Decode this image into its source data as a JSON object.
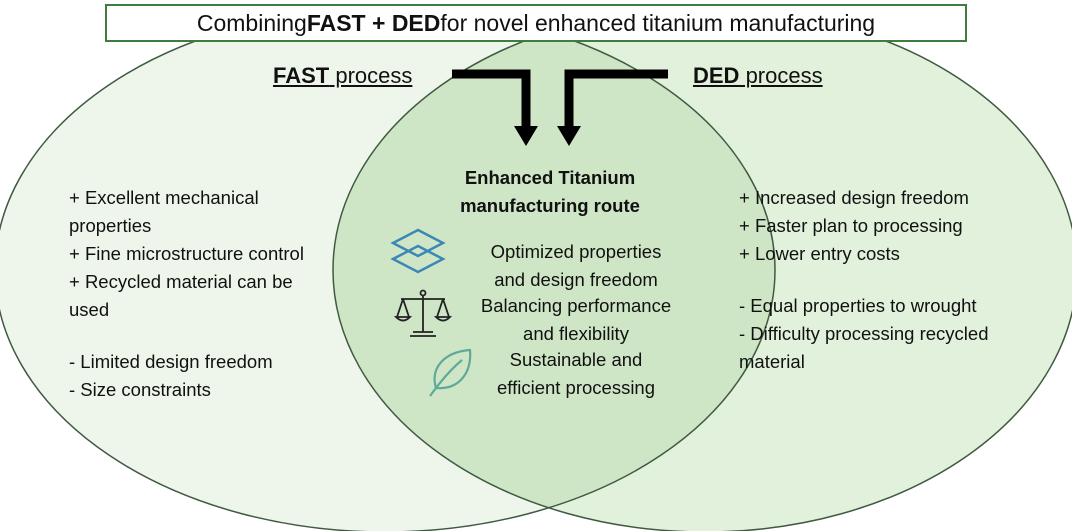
{
  "title": {
    "prefix": "Combining ",
    "bold": "FAST + DED",
    "suffix": " for novel enhanced titanium manufacturing"
  },
  "fast": {
    "heading_bold": "FAST",
    "heading_rest": " process",
    "pros": [
      "+ Excellent mechanical",
      "properties",
      "+ Fine microstructure control",
      "+ Recycled material can be",
      "used"
    ],
    "cons": [
      "- Limited design freedom",
      "- Size constraints"
    ]
  },
  "ded": {
    "heading_bold": "DED",
    "heading_rest": " process",
    "pros": [
      "+ Increased design freedom",
      "+ Faster plan to processing",
      "+ Lower entry costs"
    ],
    "cons": [
      "- Equal properties to wrought",
      "- Difficulty processing recycled",
      "material"
    ]
  },
  "center": {
    "title_line1": "Enhanced Titanium",
    "title_line2": "manufacturing route",
    "items": [
      {
        "icon": "layers-icon",
        "line1": "Optimized properties",
        "line2": "and design freedom"
      },
      {
        "icon": "balance-scale-icon",
        "line1": "Balancing performance",
        "line2": "and flexibility"
      },
      {
        "icon": "leaf-icon",
        "line1": "Sustainable and",
        "line2": "efficient processing"
      }
    ]
  },
  "colors": {
    "left_circle_fill": "#eef6eb",
    "right_circle_fill": "#e2f1dc",
    "overlap_fill": "#cfe6c6",
    "outline": "#3f5a40",
    "layers_icon": "#3b87b8",
    "leaf_icon": "#5fa99b",
    "arrow": "#000000"
  }
}
